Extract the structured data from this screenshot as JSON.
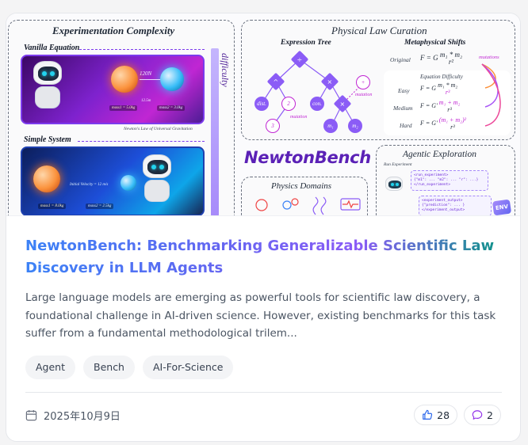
{
  "figure": {
    "left_panel_title": "Experimentation Complexity",
    "vanilla_label": "Vanilla Equation",
    "simple_label": "Simple System",
    "difficulty_label": "difficulty",
    "gravitation_caption": "Newton's Law of Universal Gravitation",
    "force_label": "120N",
    "distance_label": "12.5m",
    "mass1_label": "mass1 = 5.0kg",
    "mass2_label": "mass2 = 3.0kg",
    "velocity_label": "Initial Velocity = 12 m/s",
    "mass1_b_label": "mass1 = 8.0kg",
    "mass2_b_label": "mass2 = 2.5kg",
    "curation_title": "Physical Law Curation",
    "expression_tree_title": "Expression Tree",
    "metaphysical_title": "Metaphysical Shifts",
    "original_label": "Original",
    "mutations_label": "mutations",
    "mutation_label": "mutation",
    "difficulty_title": "Equation Difficulty",
    "easy_label": "Easy",
    "medium_label": "Medium",
    "hard_label": "Hard",
    "brand": "NewtonBench",
    "physics_domains_title": "Physics Domains",
    "agentic_title": "Agentic Exploration",
    "run_experiment_label": "Run Experiment",
    "env_label": "ENV"
  },
  "card": {
    "title": "NewtonBench: Benchmarking Generalizable Scientific Law Discovery in LLM Agents",
    "description": "Large language models are emerging as powerful tools for scientific law discovery, a foundational challenge in AI-driven science. However, existing benchmarks for this task suffer from a fundamental methodological trilem...",
    "tags": [
      "Agent",
      "Bench",
      "AI-For-Science"
    ],
    "date": "2025年10月9日",
    "likes": "28",
    "comments": "2"
  },
  "icons": {
    "calendar": "calendar-icon",
    "like": "thumbs-up-icon",
    "comment": "chat-bubble-icon"
  },
  "colors": {
    "accent_blue": "#3b82f6",
    "accent_purple": "#8b5cf6",
    "accent_teal": "#0d9488",
    "like_icon": "#2563eb",
    "comment_icon": "#9333ea"
  }
}
